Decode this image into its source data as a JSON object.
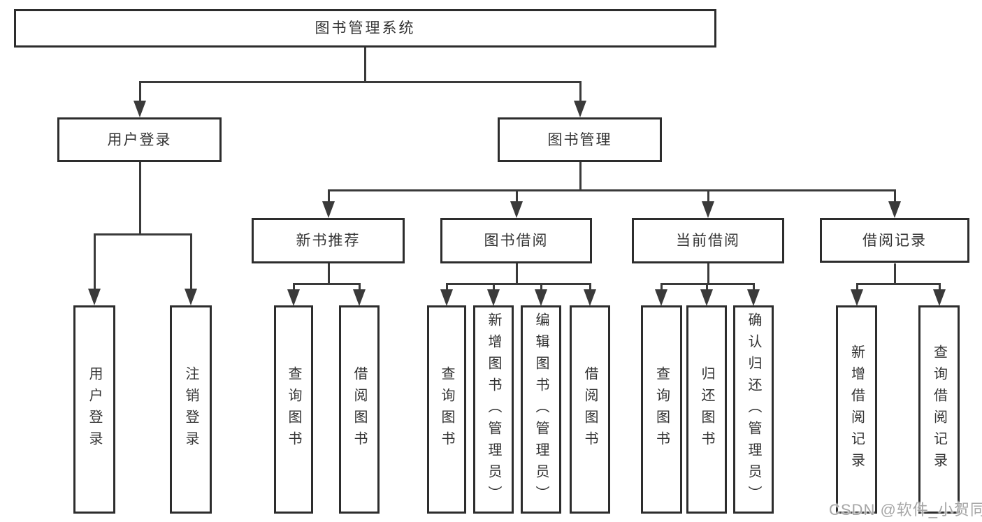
{
  "diagram": {
    "root": {
      "label": "图书管理系统"
    },
    "level2": [
      {
        "label": "用户登录"
      },
      {
        "label": "图书管理"
      }
    ],
    "level3": [
      {
        "label": "新书推荐"
      },
      {
        "label": "图书借阅"
      },
      {
        "label": "当前借阅"
      },
      {
        "label": "借阅记录"
      }
    ],
    "leaves": {
      "user_login": [
        {
          "label": "用户登录"
        },
        {
          "label": "注销登录"
        }
      ],
      "new_book": [
        {
          "label": "查询图书"
        },
        {
          "label": "借阅图书"
        }
      ],
      "book_borrow": [
        {
          "label": "查询图书"
        },
        {
          "label": "新增图书（管理员）"
        },
        {
          "label": "编辑图书（管理员）"
        },
        {
          "label": "借阅图书"
        }
      ],
      "current_borrow": [
        {
          "label": "查询图书"
        },
        {
          "label": "归还图书"
        },
        {
          "label": "确认归还（管理员）"
        }
      ],
      "borrow_records": [
        {
          "label": "新增借阅记录"
        },
        {
          "label": "查询借阅记录"
        }
      ]
    }
  },
  "watermark": {
    "text": "CSDN @软件_小贺同学"
  },
  "colors": {
    "background": "#ffffff",
    "line": "#3a3a3a",
    "border": "#2d2d2d",
    "text": "#333333",
    "watermark": "#a6a6a6"
  }
}
